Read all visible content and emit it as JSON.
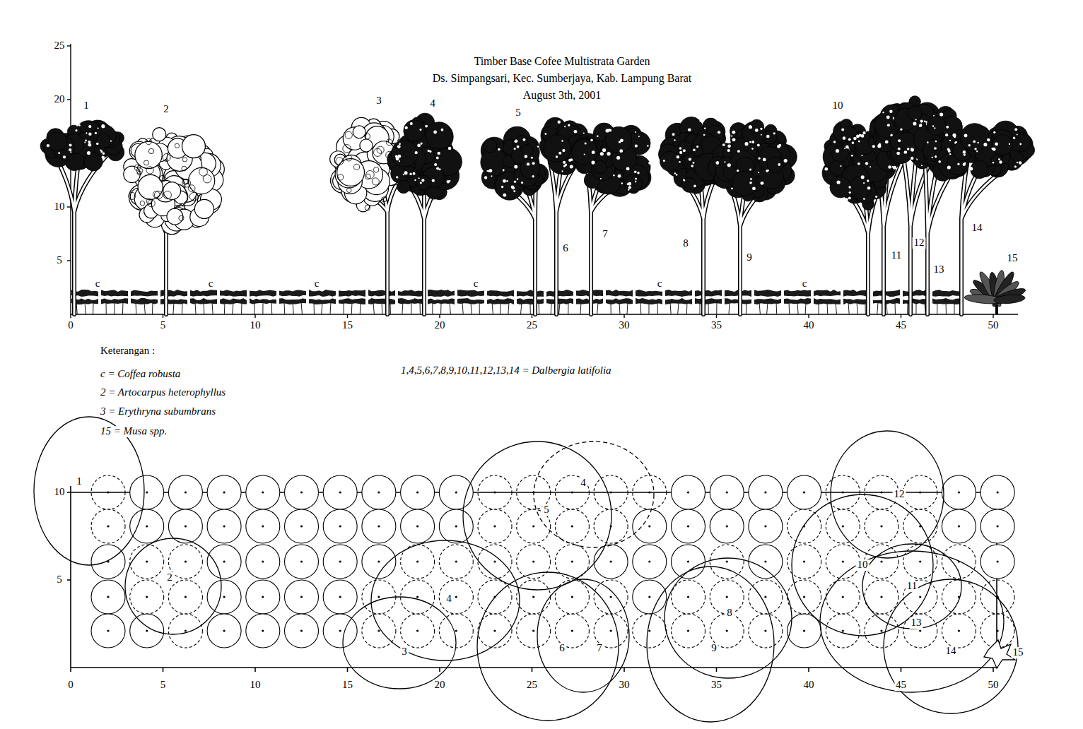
{
  "diagram": {
    "title": "Timber Base Cofee Multistrata Garden",
    "labels": [
      "Ds. Simpangsari, Kec. Sumberjaya, Kab. Lampung Barat",
      "August 3th, 2001",
      "25",
      "20",
      "10",
      "5",
      "0",
      "5",
      "10",
      "15",
      "20",
      "25",
      "30",
      "35",
      "40",
      "45",
      "50",
      "1",
      "2",
      "3",
      "4",
      "5",
      "6",
      "7",
      "8",
      "9",
      "10",
      "11",
      "12",
      "13",
      "14",
      "15",
      "c",
      "c",
      "c",
      "c",
      "c",
      "c",
      "Keterangan :",
      "10",
      "5",
      "0",
      "5",
      "10",
      "15",
      "20",
      "25",
      "30",
      "35",
      "40",
      "45",
      "50",
      "1",
      "2",
      "3",
      "4",
      "5",
      "4",
      "6",
      "7",
      "8",
      "9",
      "10",
      "11",
      "12",
      "13",
      "14",
      "15"
    ],
    "legend": [
      {
        "text": "c = Coffea robusta"
      },
      {
        "text": "2 = Artocarpus heterophyllus"
      },
      {
        "text": "3 = Erythryna subumbrans"
      },
      {
        "text": "15 = Musa spp."
      },
      {
        "text": "1,4,5,6,7,8,9,10,11,12,13,14 = Dalbergia latifolia"
      }
    ]
  }
}
